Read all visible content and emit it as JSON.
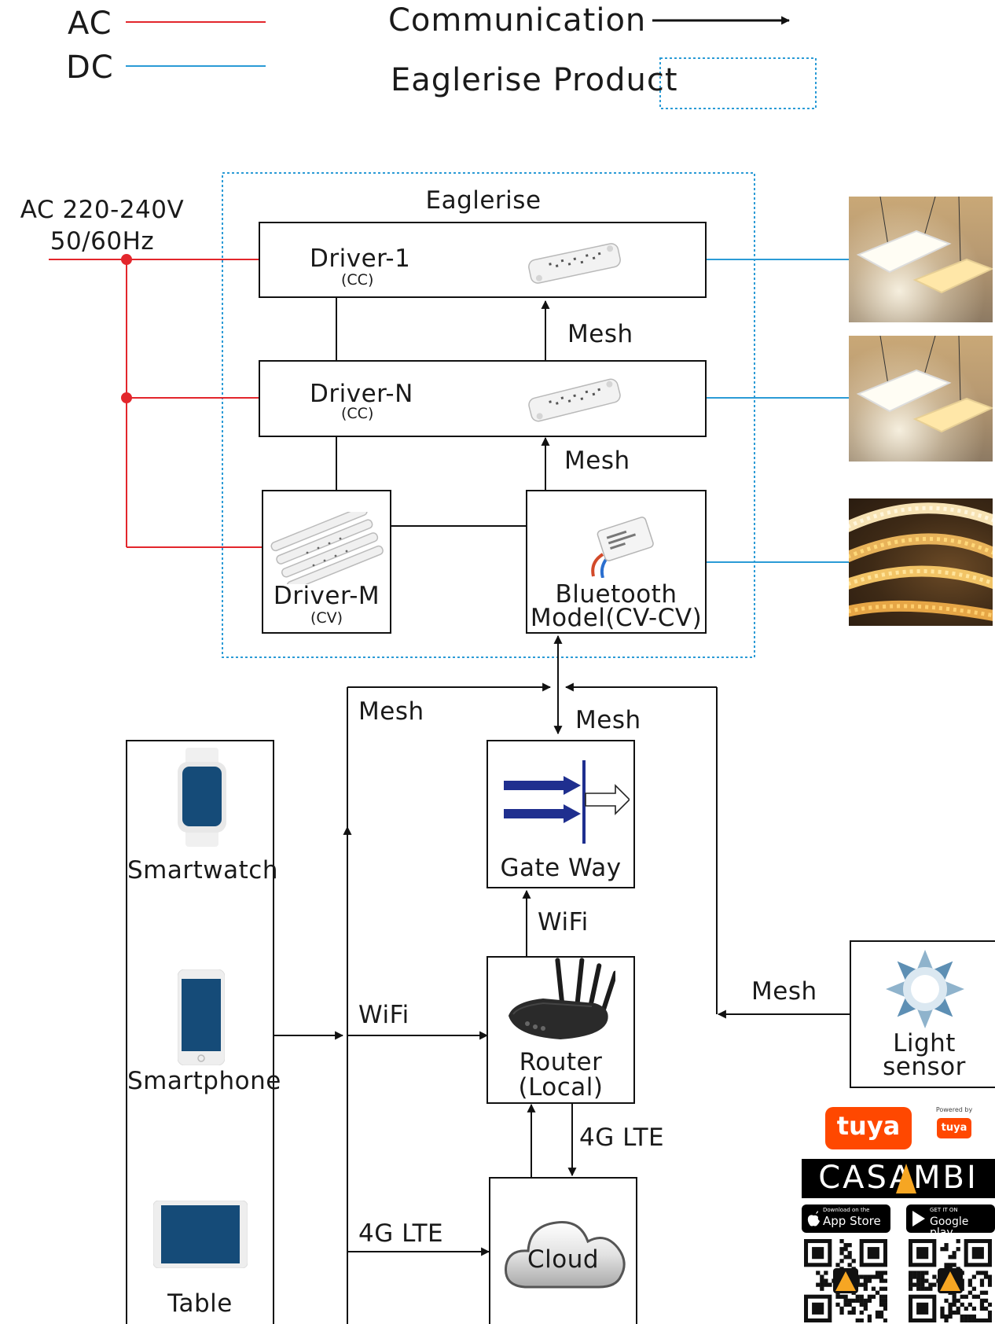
{
  "legend": {
    "ac_label": "AC",
    "dc_label": "DC",
    "communication_label": "Communication",
    "product_label": "Eaglerise Product"
  },
  "colors": {
    "ac_line": "#e3262c",
    "dc_line": "#2b9bd6",
    "product_border": "#2b9bd6",
    "arrow": "#111111",
    "device_screen": "#154b78"
  },
  "power_input": {
    "line1": "AC 220-240V",
    "line2": "50/60Hz"
  },
  "eaglerise": {
    "title": "Eaglerise",
    "driver1": {
      "name": "Driver-1",
      "type": "(CC)"
    },
    "driver_n": {
      "name": "Driver-N",
      "type": "(CC)"
    },
    "driver_m": {
      "name": "Driver-M",
      "type": "(CV)"
    },
    "bluetooth": {
      "line1": "Bluetooth",
      "line2": "Model(CV-CV)"
    },
    "mesh_upper": "Mesh",
    "mesh_lower": "Mesh"
  },
  "network": {
    "mesh_left": "Mesh",
    "mesh_center": "Mesh",
    "mesh_right": "Mesh",
    "gateway": "Gate Way",
    "wifi_up": "WiFi",
    "wifi_left": "WiFi",
    "router_line1": "Router",
    "router_line2": "(Local)",
    "lte_right": "4G LTE",
    "lte_left": "4G LTE",
    "cloud": "Cloud",
    "light_sensor_line1": "Light",
    "light_sensor_line2": "sensor"
  },
  "devices": {
    "smartwatch": "Smartwatch",
    "smartphone": "Smartphone",
    "tablet": "Table"
  },
  "brands": {
    "tuya": "tuya",
    "powered_by": "Powered by",
    "tuya_small": "tuya",
    "casambi": "CASAMBI",
    "app_store_small": "Download on the",
    "app_store": "App Store",
    "google_play_small": "GET IT ON",
    "google_play": "Google play"
  }
}
